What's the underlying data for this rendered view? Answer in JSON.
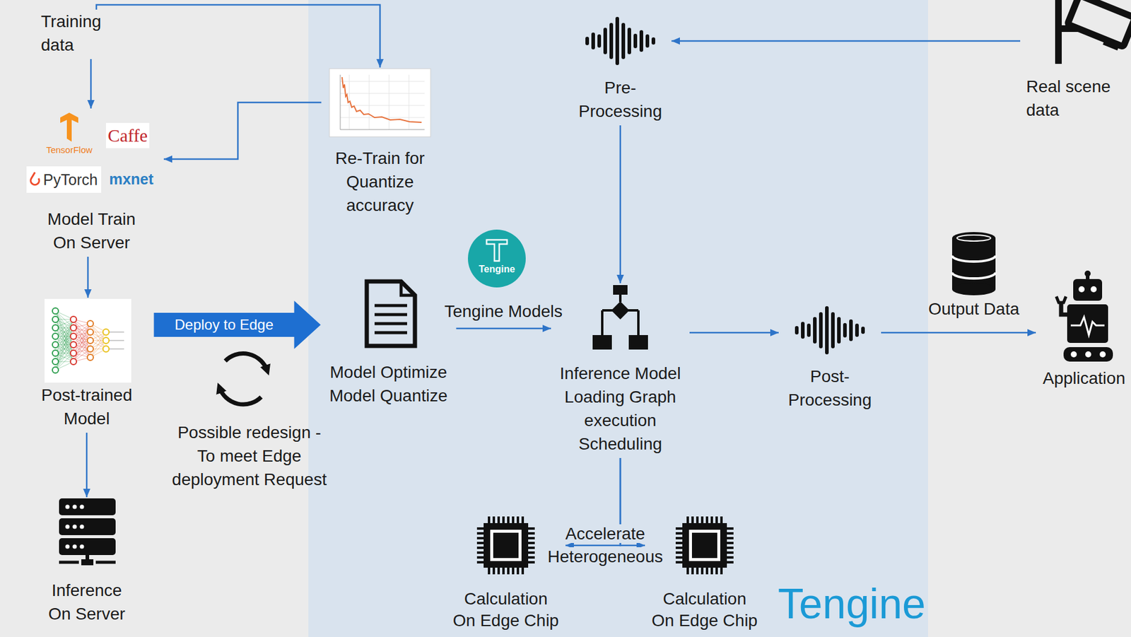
{
  "diagram": {
    "nodes": [
      {
        "text": [
          "Training data"
        ]
      },
      {
        "text": [
          "TensorFlow",
          "Caffe",
          "PyTorch",
          "mxnet",
          "Model Train On Server"
        ]
      },
      {
        "text": [
          "Post-trained Model"
        ]
      },
      {
        "text": [
          "Inference On Server"
        ]
      },
      {
        "text": [
          "Re-Train for Quantize accuracy"
        ]
      },
      {
        "text": [
          "Model Optimize Model Quantize"
        ]
      },
      {
        "text": [
          "Inference Model Loading Graph execution Scheduling"
        ]
      },
      {
        "text": [
          "Pre-Processing"
        ]
      },
      {
        "text": [
          "Real scene data"
        ]
      },
      {
        "text": [
          "Post-Processing"
        ]
      },
      {
        "text": [
          "Output Data"
        ]
      },
      {
        "text": [
          "Application"
        ]
      },
      {
        "text": [
          "Calculation On Edge Chip"
        ]
      },
      {
        "text": [
          "Calculation On Edge Chip"
        ]
      },
      {
        "text": [
          "Tengine"
        ]
      }
    ],
    "edges": [
      {
        "from": 0,
        "to": 1,
        "arrow": "to"
      },
      {
        "from": 0,
        "to": 4,
        "arrow": "to"
      },
      {
        "from": 4,
        "to": 1,
        "arrow": "to"
      },
      {
        "from": 1,
        "to": 2,
        "arrow": "to"
      },
      {
        "from": 2,
        "to": 3,
        "arrow": "to"
      },
      {
        "from": 2,
        "to": 5,
        "label": "Deploy to Edge",
        "arrow": "to"
      },
      {
        "from": 5,
        "to": 6,
        "label": "Tengine Models",
        "arrow": "to"
      },
      {
        "from": 8,
        "to": 7,
        "arrow": "to"
      },
      {
        "from": 7,
        "to": 6,
        "arrow": "to"
      },
      {
        "from": 6,
        "to": 9,
        "arrow": "to"
      },
      {
        "from": 9,
        "to": 11,
        "arrow": "to"
      },
      {
        "from": 6,
        "to": 12,
        "arrow": "to"
      },
      {
        "from": 6,
        "to": 13,
        "arrow": "to"
      }
    ],
    "labels": [
      "Possible redesign -To meet Edge deployment Request",
      "Accelerate Heterogeneous",
      "Tengine"
    ]
  }
}
